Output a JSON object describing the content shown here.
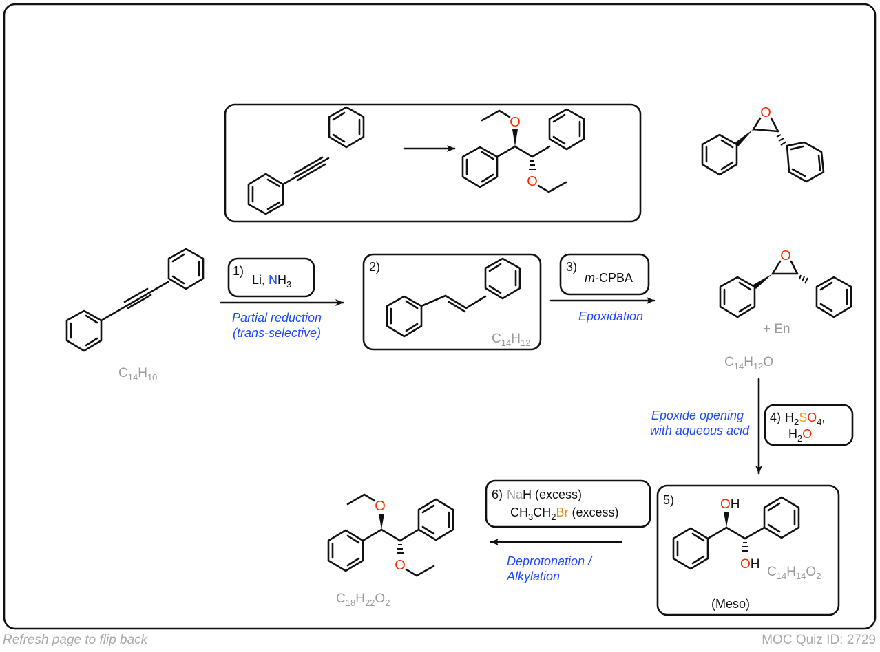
{
  "footer": {
    "left_text": "Refresh page to flip back",
    "right_text": "MOC Quiz ID: 2729"
  },
  "colors": {
    "bond": "#111111",
    "oxygen": "#ff2a00",
    "nitrogen": "#1f4bff",
    "sulfur": "#f5a000",
    "bromine": "#f08c00",
    "sodium": "#9a9a9a",
    "note_blue": "#1f4bff",
    "formula_gray": "#9a9a9a"
  },
  "question_box": {
    "start": "diphenylacetylene",
    "product": "meso-1,2-diethoxy-1,2-diphenylethane",
    "arrow": "right-arrow"
  },
  "answer_preview": {
    "structure": "trans-stilbene oxide",
    "O_label": "O"
  },
  "steps": {
    "start": {
      "formula": {
        "base": "C",
        "n1": "14",
        "h": "H",
        "n2": "10"
      }
    },
    "step1": {
      "number": "1)",
      "reagent_a": "Li, ",
      "reagent_n": "N",
      "reagent_h": "H",
      "reagent_sub": "3",
      "note_line1": "Partial reduction",
      "note_line2": "(trans-selective)"
    },
    "step2": {
      "number": "2)",
      "structure": "trans-stilbene",
      "formula": {
        "c": "C",
        "n1": "14",
        "h": "H",
        "n2": "12"
      }
    },
    "step3": {
      "number": "3)",
      "reagent_italic": "m",
      "reagent_rest": "-CPBA",
      "note": "Epoxidation"
    },
    "epoxide": {
      "O_label": "O",
      "plus_en": "+ En",
      "formula": {
        "c": "C",
        "n1": "14",
        "h": "H",
        "n2": "12",
        "o": "O"
      }
    },
    "step4": {
      "number": "4)",
      "line1_h": "H",
      "line1_sub2": "2",
      "line1_s": "S",
      "line1_o": "O",
      "line1_sub4": "4",
      "line1_comma": ",",
      "line2_h": "H",
      "line2_sub": "2",
      "line2_o": "O",
      "note_line1": "Epoxide opening",
      "note_line2": "with aqueous acid"
    },
    "step5": {
      "number": "5)",
      "oh_o": "O",
      "oh_h": "H",
      "formula": {
        "c": "C",
        "n1": "14",
        "h": "H",
        "n2": "14",
        "o": "O",
        "n3": "2"
      },
      "label": "(Meso)"
    },
    "step6": {
      "number": "6)",
      "line1_na": "Na",
      "line1_rest": "H (excess)",
      "line2_ch3": "CH",
      "line2_sub3": "3",
      "line2_ch2": "CH",
      "line2_sub2": "2",
      "line2_br": "Br",
      "line2_rest": " (excess)",
      "note_line1": "Deprotonation /",
      "note_line2": "Alkylation"
    },
    "final": {
      "O_label": "O",
      "formula": {
        "c": "C",
        "n1": "18",
        "h": "H",
        "n2": "22",
        "o": "O",
        "n3": "2"
      }
    }
  }
}
